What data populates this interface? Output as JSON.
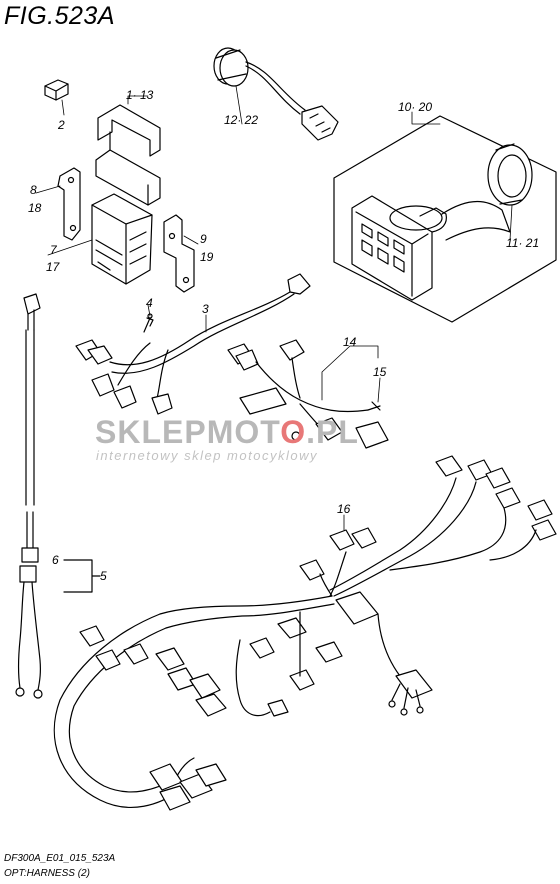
{
  "title": "FIG.523A",
  "callouts": {
    "c1_13": "1· 13",
    "c2": "2",
    "c3": "3",
    "c4": "4",
    "c5": "5",
    "c6": "6",
    "c7": "7",
    "c17": "17",
    "c8": "8",
    "c18": "18",
    "c9": "9",
    "c19": "19",
    "c10_20": "10· 20",
    "c11_21": "11· 21",
    "c12_22": "12· 22",
    "c14": "14",
    "c15": "15",
    "c16": "16"
  },
  "watermark": {
    "brand_a": "SKLEPMOT",
    "brand_b": "O",
    "brand_c": ".PL",
    "tagline": "internetowy sklep motocyklowy",
    "color_gray": "#b8b8b8",
    "color_red": "#e87878"
  },
  "footer": {
    "code": "DF300A_E01_015_523A",
    "caption": "OPT:HARNESS (2)"
  }
}
